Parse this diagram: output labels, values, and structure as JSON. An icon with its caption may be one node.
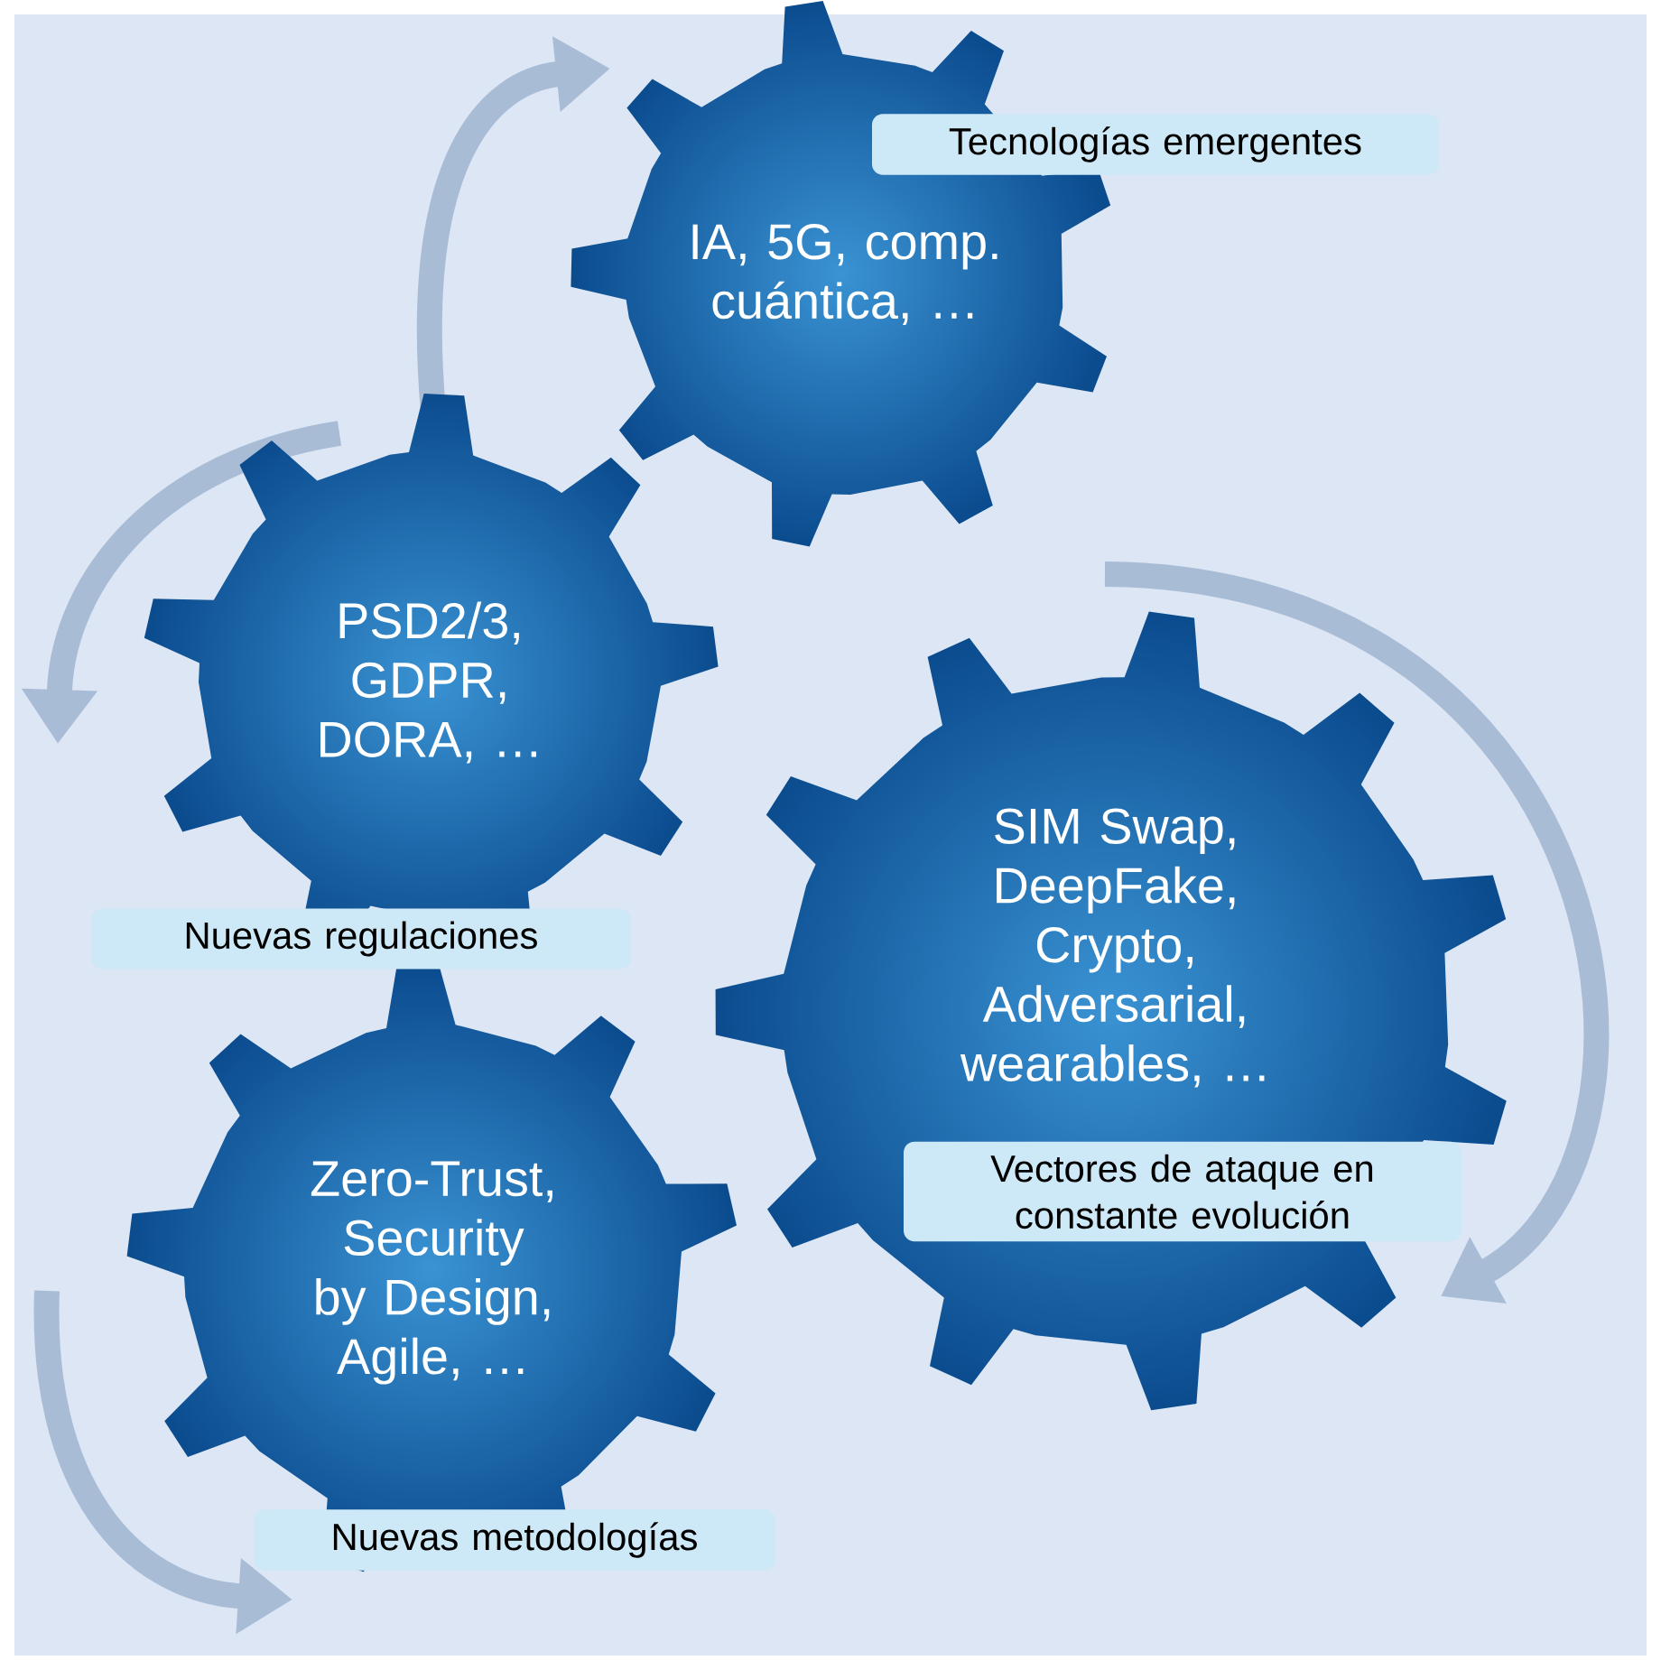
{
  "diagram": {
    "nodes": [
      {
        "text": [
          "Tecnologías emergentes"
        ]
      },
      {
        "text": [
          "IA, 5G, comp. cuántica, …"
        ]
      },
      {
        "text": [
          "PSD2/3, GDPR, DORA, …"
        ]
      },
      {
        "text": [
          "Nuevas regulaciones"
        ]
      },
      {
        "text": [
          "SIM Swap, DeepFake, Crypto, Adversarial, wearables, …"
        ]
      },
      {
        "text": [
          "Vectores de ataque en constante evolución"
        ]
      },
      {
        "text": [
          "Zero-Trust, Security by Design, Agile, …"
        ]
      },
      {
        "text": [
          "Nuevas metodologías"
        ]
      }
    ]
  }
}
